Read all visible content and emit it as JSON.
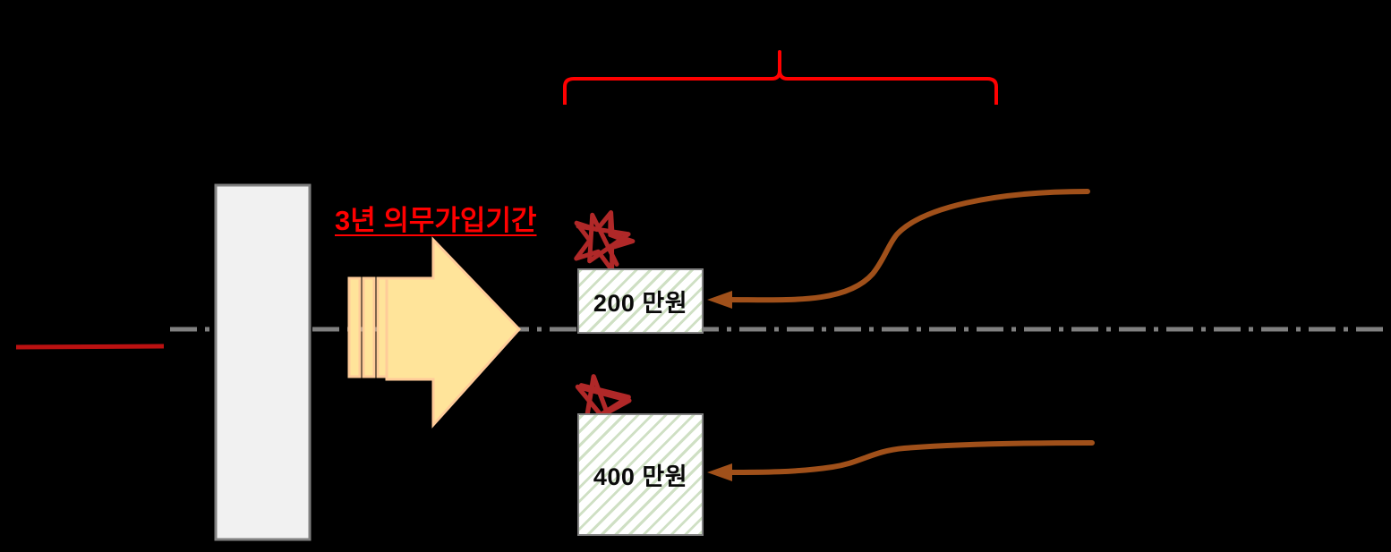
{
  "diagram": {
    "title_note": "3년 의무가입기간",
    "period_label": "3년 의무가입기간",
    "amount_upper": "200  만원",
    "amount_lower": "400  만원",
    "colors": {
      "background": "#000000",
      "period_label_red": "#ff0000",
      "brace_red": "#ff0000",
      "baseline_red": "#bb1111",
      "timeline_gray": "#808080",
      "block_fill": "#f1f1f1",
      "block_border": "#808080",
      "arrow_fill": "#ffe49a",
      "arrow_border": "#ffcc99",
      "callout_brown": "#a0501a",
      "star_red": "#b02828",
      "hatch_green": "#cfe0c4",
      "box_text": "#0a0a0a"
    },
    "shapes": {
      "brace": "curly-brace-red",
      "block": "gray-block",
      "big_arrow": "right-block-arrow",
      "stars": [
        "hand-drawn-star",
        "hand-drawn-star"
      ],
      "callouts": [
        "s-curve-arrow-left",
        "s-curve-arrow-left"
      ],
      "timeline": "dash-dot-horizontal-axis",
      "left_segment": "red-horizontal-line"
    }
  }
}
